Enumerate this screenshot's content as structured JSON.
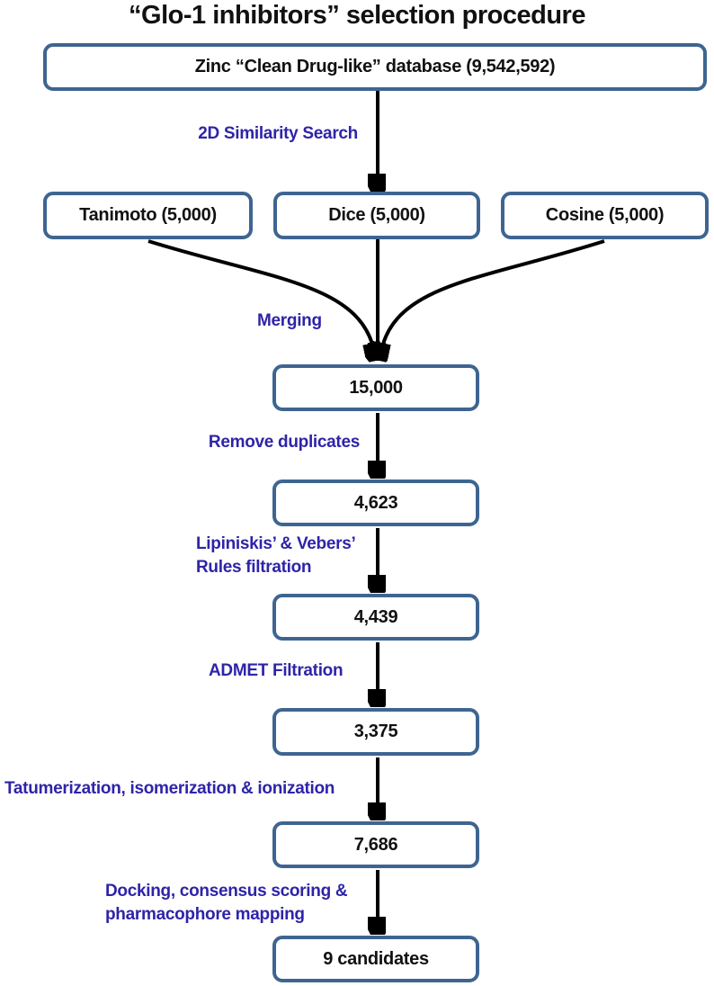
{
  "title": "“Glo-1 inhibitors” selection procedure",
  "colors": {
    "box_border": "#3e6591",
    "label_text": "#2e24a8",
    "box_text": "#111111",
    "title_text": "#111111",
    "arrow": "#000000"
  },
  "flowchart": {
    "source": {
      "label": "Zinc “Clean Drug-like” database (9,542,592)"
    },
    "branch_step_label": "2D Similarity Search",
    "branches": [
      {
        "label": "Tanimoto (5,000)"
      },
      {
        "label": "Dice (5,000)"
      },
      {
        "label": "Cosine (5,000)"
      }
    ],
    "merge_label": "Merging",
    "merged_count": "15,000",
    "steps": [
      {
        "label_lines": [
          "Remove duplicates"
        ],
        "result": "4,623"
      },
      {
        "label_lines": [
          "Lipiniskis’ & Vebers’",
          "Rules filtration"
        ],
        "result": "4,439"
      },
      {
        "label_lines": [
          "ADMET Filtration"
        ],
        "result": "3,375"
      },
      {
        "label_lines": [
          "Tatumerization, isomerization & ionization"
        ],
        "result": "7,686"
      },
      {
        "label_lines": [
          "Docking, consensus scoring &",
          "pharmacophore mapping"
        ],
        "result": "9 candidates"
      }
    ]
  }
}
